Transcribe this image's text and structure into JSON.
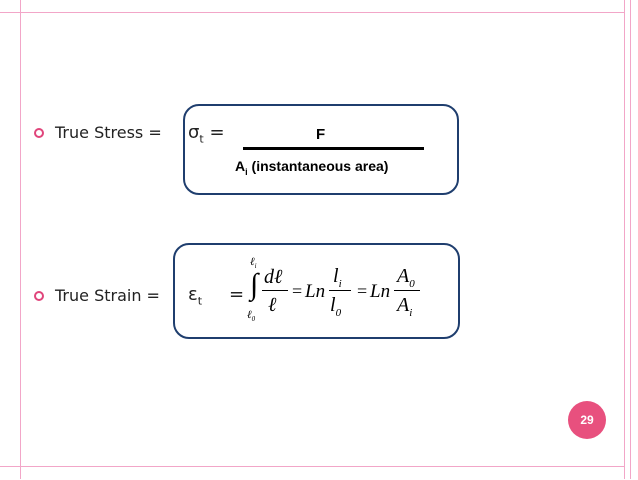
{
  "theme": {
    "accent": "#e8507e",
    "frame": "#f2a6c8",
    "box_border": "#1f3e6e"
  },
  "stress": {
    "label": "True Stress = ",
    "symbol": "σ",
    "symbol_sub": "t",
    "equals": " =",
    "numerator": "F",
    "denominator": "A",
    "denominator_sub": "i",
    "denominator_rest": " (instantaneous area)"
  },
  "strain": {
    "label": "True Strain = ",
    "symbol": "ε",
    "symbol_sub": "t",
    "equals": "=",
    "integral_upper": "ℓ",
    "integral_upper_sub": "i",
    "integral_lower": "ℓ",
    "integral_lower_sub": "0",
    "integral_sign": "∫",
    "frac1_num": "dℓ",
    "frac1_den": "ℓ",
    "eq1": "=",
    "ln1": "Ln",
    "frac2_num": "l",
    "frac2_num_sub": "i",
    "frac2_den": "l",
    "frac2_den_sub": "0",
    "eq2": "=",
    "ln2": "Ln",
    "frac3_num": "A",
    "frac3_num_sub": "0",
    "frac3_den": "A",
    "frac3_den_sub": "i"
  },
  "page_number": "29"
}
